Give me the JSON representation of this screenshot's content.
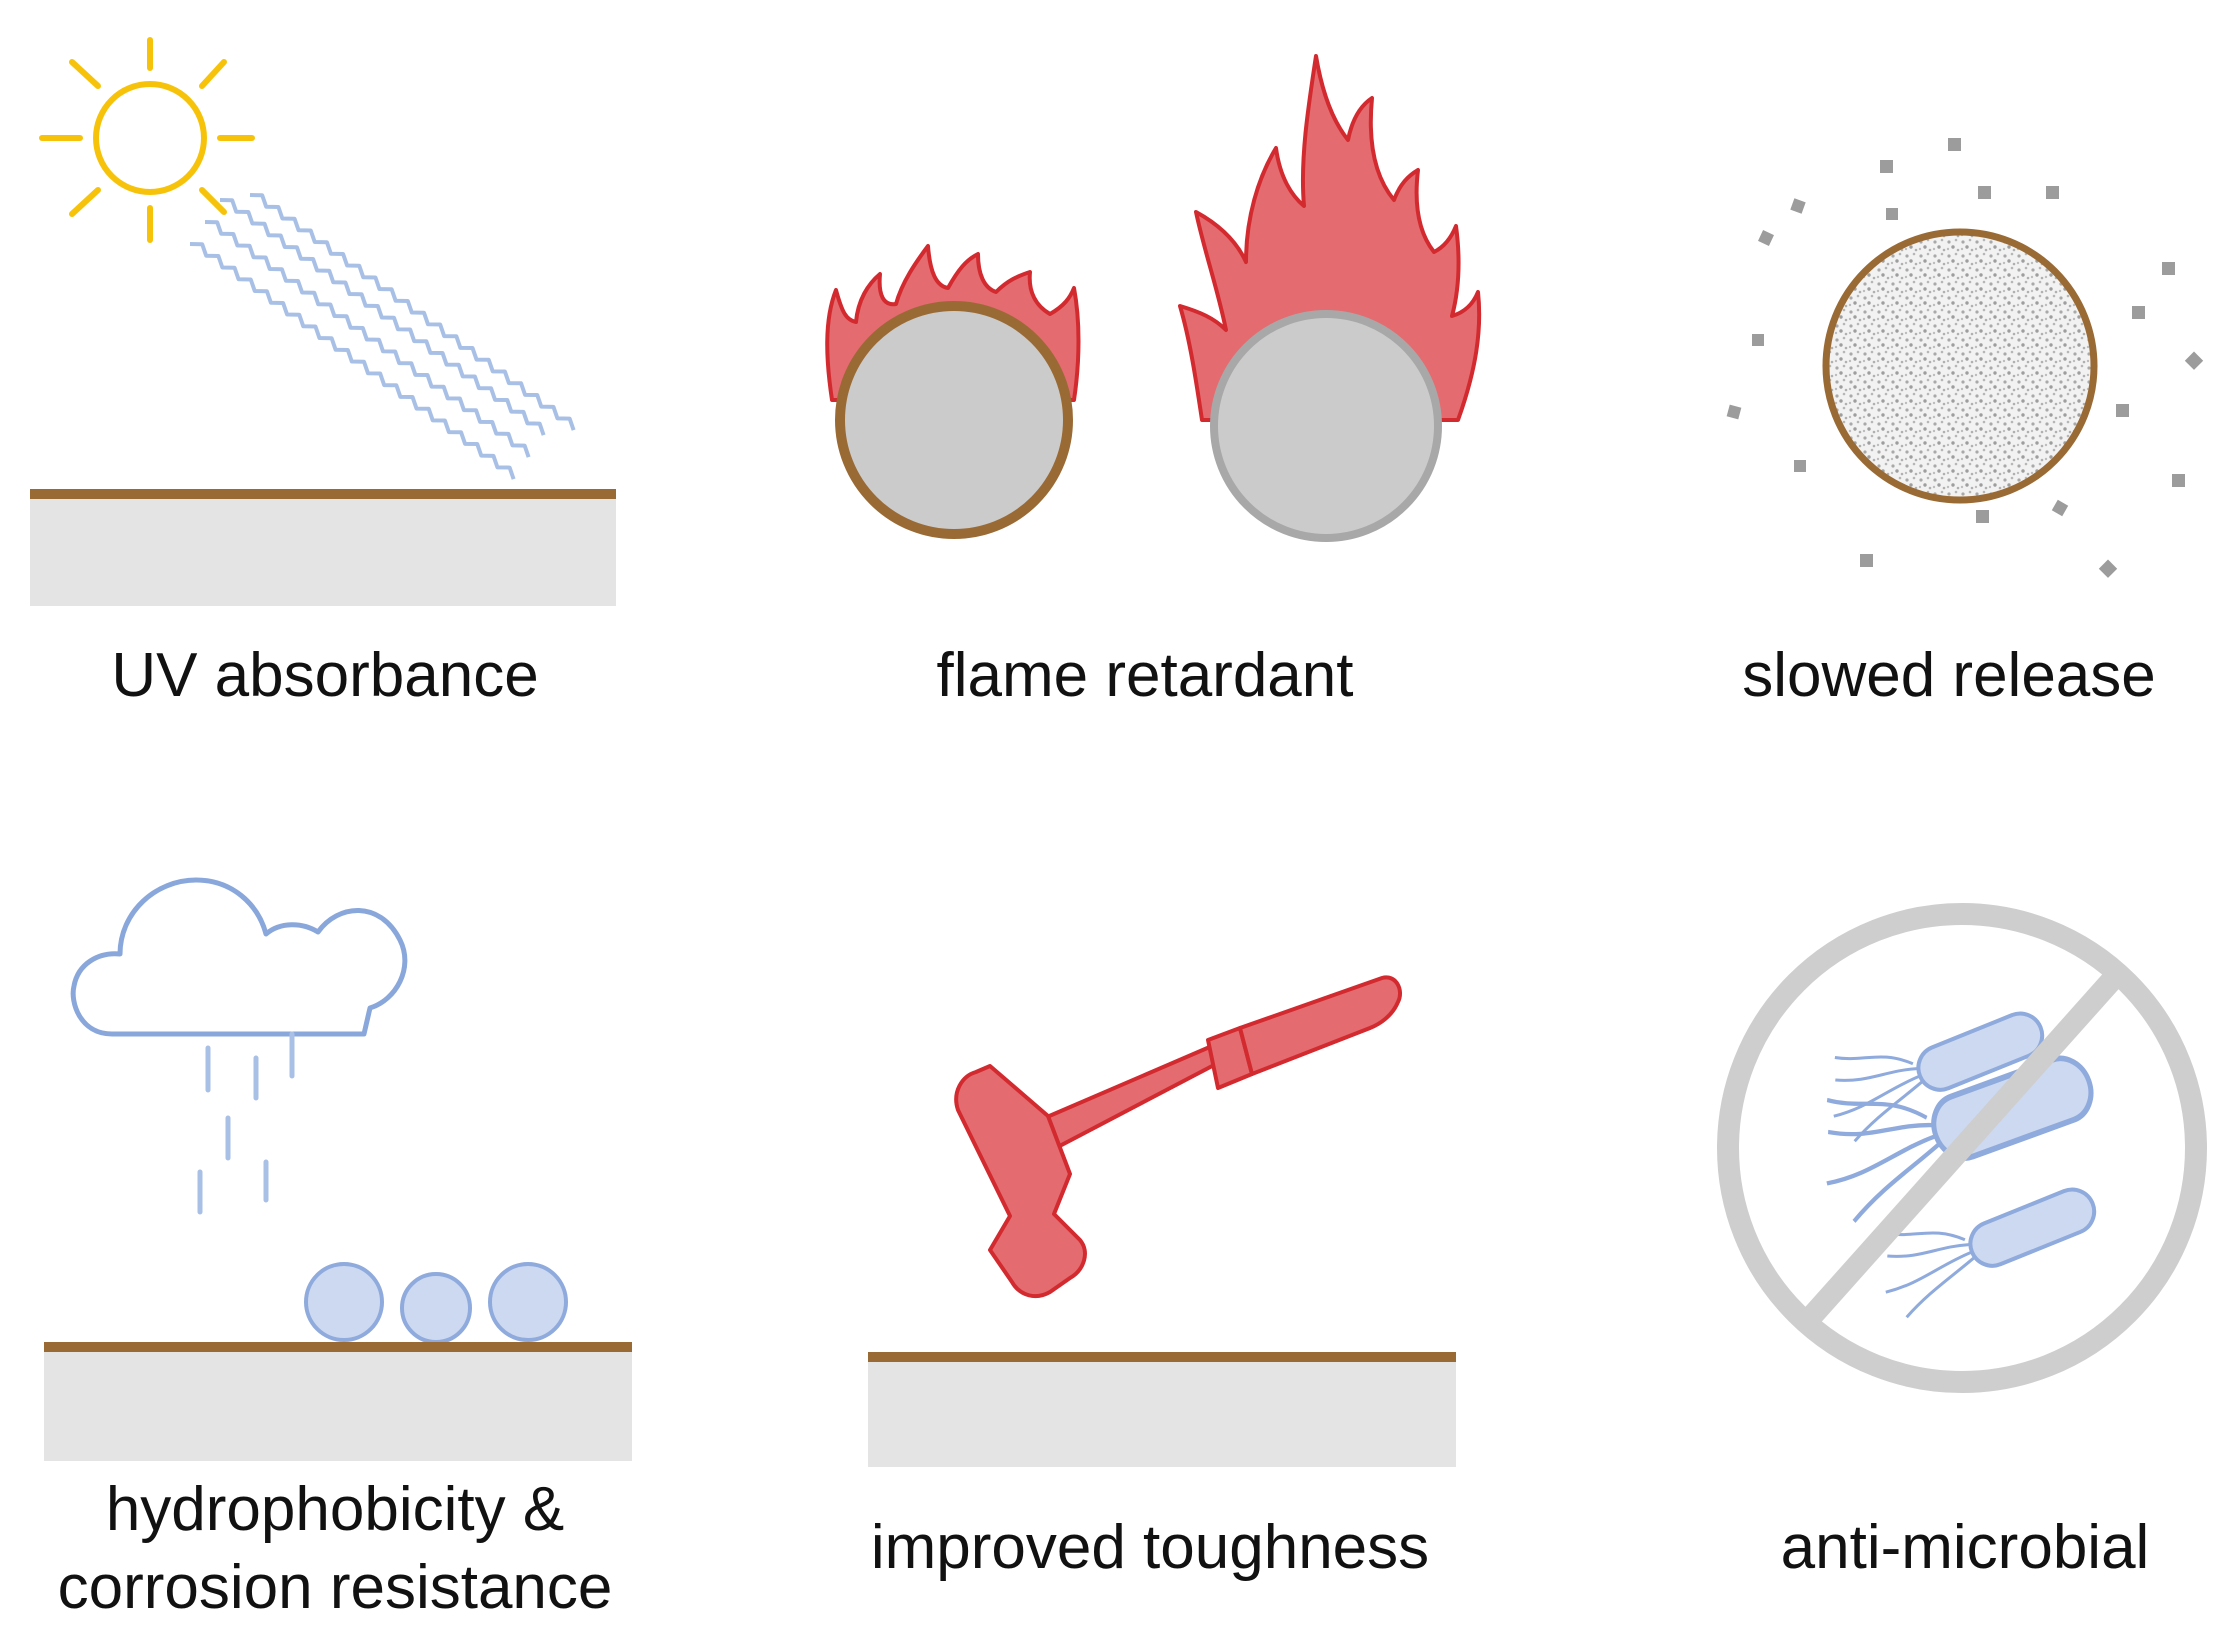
{
  "panels": [
    {
      "id": "uv",
      "label": "UV absorbance",
      "icon": "sun-uv-surface"
    },
    {
      "id": "flame",
      "label": "flame retardant",
      "icon": "burning-particles"
    },
    {
      "id": "release",
      "label": "slowed release",
      "icon": "capsule-release"
    },
    {
      "id": "hydro",
      "label_line1": "hydrophobicity &",
      "label_line2": "corrosion resistance",
      "icon": "rain-droplets-surface"
    },
    {
      "id": "tough",
      "label": "improved toughness",
      "icon": "hammer-surface"
    },
    {
      "id": "micro",
      "label": "anti-microbial",
      "icon": "no-bacteria"
    }
  ],
  "colors": {
    "sun": "#F7C30A",
    "uv_wave": "#A9C0E6",
    "coating": "#9A6A35",
    "substrate": "#E4E4E4",
    "particle": "#CBCBCB",
    "particle_rim": "#A8A8A8",
    "flame_fill": "#E46B6F",
    "flame_stroke": "#D22A2F",
    "cloud": "#89A7DB",
    "droplet_fill": "#CCD9F0",
    "droplet_stroke": "#8FAADC",
    "prohibit": "#CECECE",
    "release_dot": "#9C9C9C"
  }
}
